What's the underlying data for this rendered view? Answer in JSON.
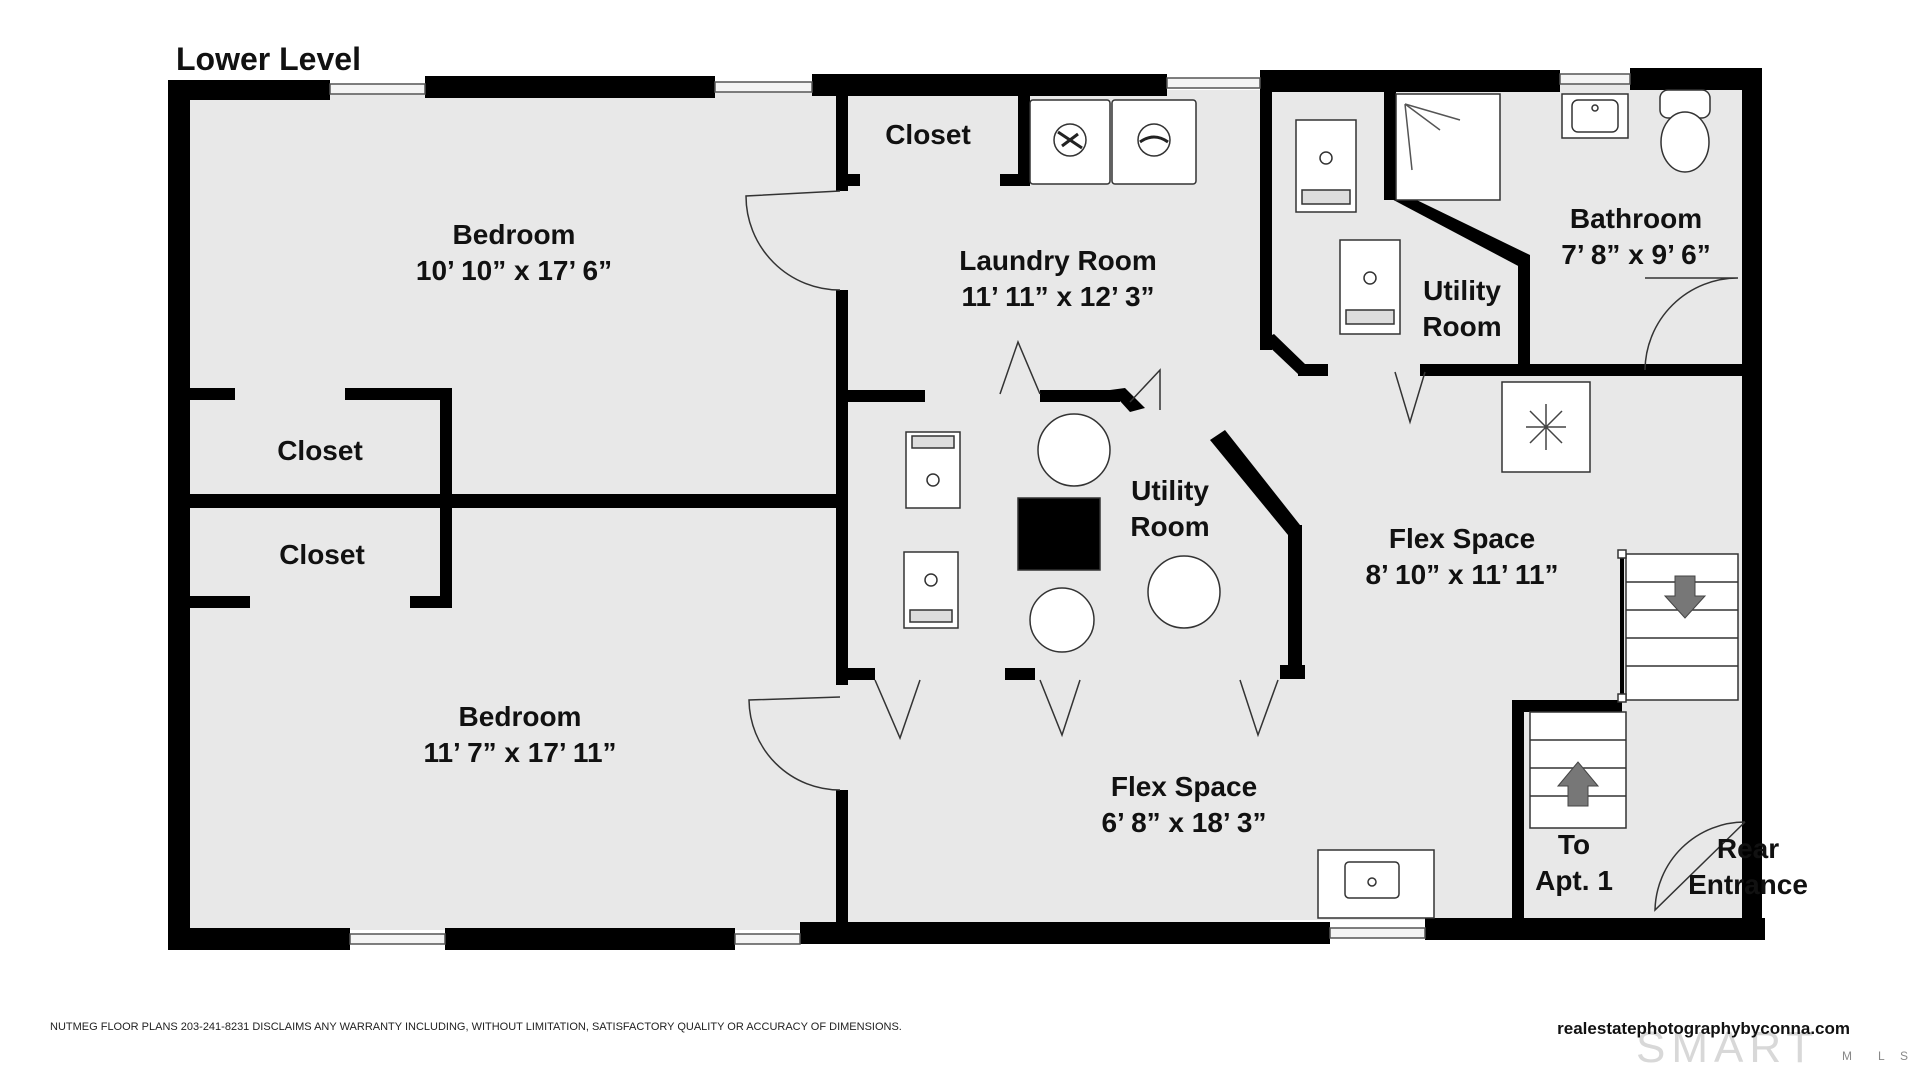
{
  "plan_title": "Lower Level",
  "rooms": {
    "bedroom_top": {
      "name": "Bedroom",
      "dims": "10’ 10” x 17’ 6”"
    },
    "bedroom_bottom": {
      "name": "Bedroom",
      "dims": "11’ 7” x 17’ 11”"
    },
    "closet_top": {
      "name": "Closet"
    },
    "closet_mid1": {
      "name": "Closet"
    },
    "closet_mid2": {
      "name": "Closet"
    },
    "laundry": {
      "name": "Laundry Room",
      "dims": "11’ 11” x 12’ 3”"
    },
    "utility_center": {
      "line1": "Utility",
      "line2": "Room"
    },
    "utility_right": {
      "line1": "Utility",
      "line2": "Room"
    },
    "bathroom": {
      "name": "Bathroom",
      "dims": "7’ 8” x 9’ 6”"
    },
    "flex_right": {
      "name": "Flex Space",
      "dims": "8’ 10” x 11’ 11”"
    },
    "flex_bottom": {
      "name": "Flex Space",
      "dims": "6’ 8” x 18’ 3”"
    },
    "to_apt": {
      "line1": "To",
      "line2": "Apt. 1"
    },
    "rear_entrance": {
      "line1": "Rear",
      "line2": "Entrance"
    }
  },
  "footer": {
    "disclaimer": "NUTMEG FLOOR PLANS 203-241-8231 DISCLAIMS ANY WARRANTY INCLUDING, WITHOUT LIMITATION, SATISFACTORY QUALITY OR ACCURACY OF DIMENSIONS.",
    "website": "realestatephotographybyconna.com",
    "watermark": "SMART",
    "watermark_sub": [
      "M",
      "L",
      "S"
    ]
  },
  "colors": {
    "wall": "#000000",
    "floor": "#e8e8e8",
    "window": "#f4f4f4",
    "fixture": "#ffffff",
    "arrow": "#777777"
  },
  "icons": [
    "washer-icon",
    "dryer-icon",
    "water-heater-icon",
    "furnace-icon",
    "shower-icon",
    "sink-icon",
    "toilet-icon",
    "refrigerator-icon",
    "stairs-icon"
  ]
}
